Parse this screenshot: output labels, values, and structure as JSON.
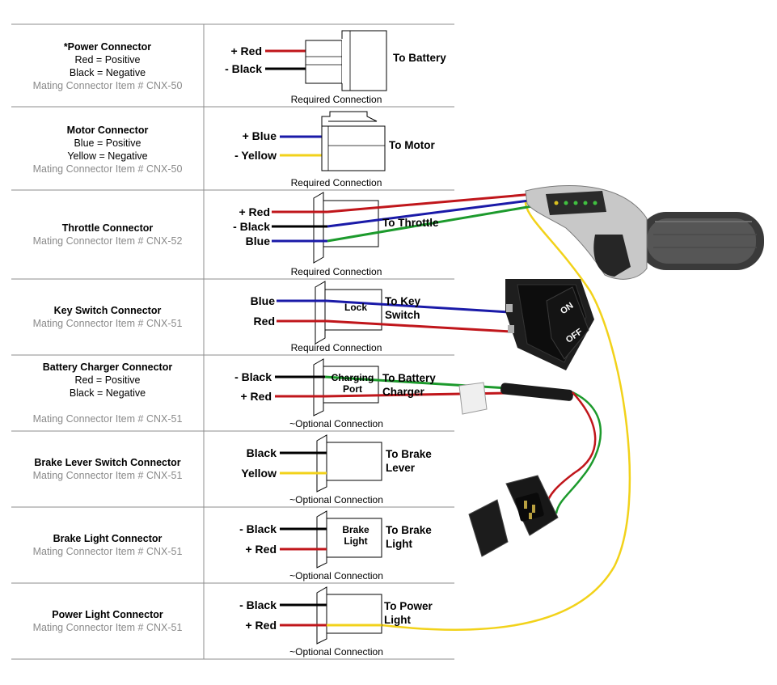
{
  "rows": [
    {
      "name": "*Power Connector",
      "lines": [
        "Red = Positive",
        "Black = Negative"
      ],
      "mating": "Mating Connector Item # CNX-50",
      "wire_labels": [
        "+ Red",
        "- Black"
      ],
      "target": [
        "To Battery"
      ],
      "type_note": "Required Connection"
    },
    {
      "name": "Motor Connector",
      "lines": [
        "Blue = Positive",
        "Yellow = Negative"
      ],
      "mating": "Mating Connector Item # CNX-50",
      "wire_labels": [
        "+ Blue",
        "- Yellow"
      ],
      "target": [
        "To Motor"
      ],
      "type_note": "Required Connection"
    },
    {
      "name": "Throttle Connector",
      "lines": [],
      "mating": "Mating Connector Item # CNX-52",
      "wire_labels": [
        "+ Red",
        "- Black",
        "Blue"
      ],
      "target": [
        "To Throttle"
      ],
      "type_note": "Required Connection"
    },
    {
      "name": "Key Switch Connector",
      "lines": [],
      "mating": "Mating Connector Item # CNX-51",
      "wire_labels": [
        "Blue",
        "Red"
      ],
      "inner": [
        "Lock"
      ],
      "target": [
        "To Key",
        "Switch"
      ],
      "type_note": "Required Connection"
    },
    {
      "name": "Battery Charger Connector",
      "lines": [
        "Red = Positive",
        "Black = Negative"
      ],
      "mating": "Mating Connector Item # CNX-51",
      "wire_labels": [
        "- Black",
        "+ Red"
      ],
      "inner": [
        "Charging",
        "Port"
      ],
      "target": [
        "To Battery",
        "Charger"
      ],
      "type_note": "~Optional Connection"
    },
    {
      "name": "Brake Lever Switch Connector",
      "lines": [],
      "mating": "Mating Connector Item # CNX-51",
      "wire_labels": [
        "Black",
        "Yellow"
      ],
      "target": [
        "To Brake",
        "Lever"
      ],
      "type_note": "~Optional Connection"
    },
    {
      "name": "Brake Light Connector",
      "lines": [],
      "mating": "Mating Connector Item # CNX-51",
      "wire_labels": [
        "- Black",
        "+ Red"
      ],
      "inner": [
        "Brake",
        "Light"
      ],
      "target": [
        "To Brake",
        "Light"
      ],
      "type_note": "~Optional Connection"
    },
    {
      "name": "Power Light Connector",
      "lines": [],
      "mating": "Mating Connector Item # CNX-51",
      "wire_labels": [
        "- Black",
        "+ Red"
      ],
      "target": [
        "To Power",
        "Light"
      ],
      "type_note": "~Optional Connection"
    }
  ],
  "switch_labels": {
    "on": "ON",
    "off": "OFF"
  },
  "icons": [
    "throttle-grip-icon",
    "rocker-switch-icon",
    "charger-port-icon"
  ],
  "colors": {
    "red": "#c0161b",
    "black": "#000000",
    "blue": "#1a1aa8",
    "yellow": "#f2d21a",
    "green": "#1c9a2c",
    "table_rule": "#8c8c8c"
  }
}
